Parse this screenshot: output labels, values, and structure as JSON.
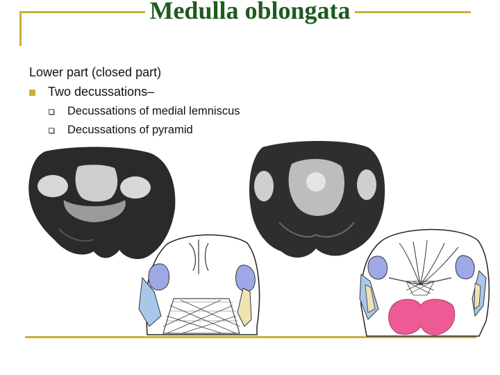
{
  "slide": {
    "title": "Medulla  oblongata",
    "heading": "Lower part (closed part)",
    "bullet": "Two decussations–",
    "subbullets": [
      "Decussations of medial lemniscus",
      "Decussations of pyramid"
    ]
  },
  "colors": {
    "accent": "#c9b037",
    "title": "#1f5a1f",
    "nucleus": "#9fa8e6",
    "tract_blue": "#a8c8ea",
    "tract_tan": "#efe3b4",
    "pyramid_pink": "#ee5b94"
  }
}
